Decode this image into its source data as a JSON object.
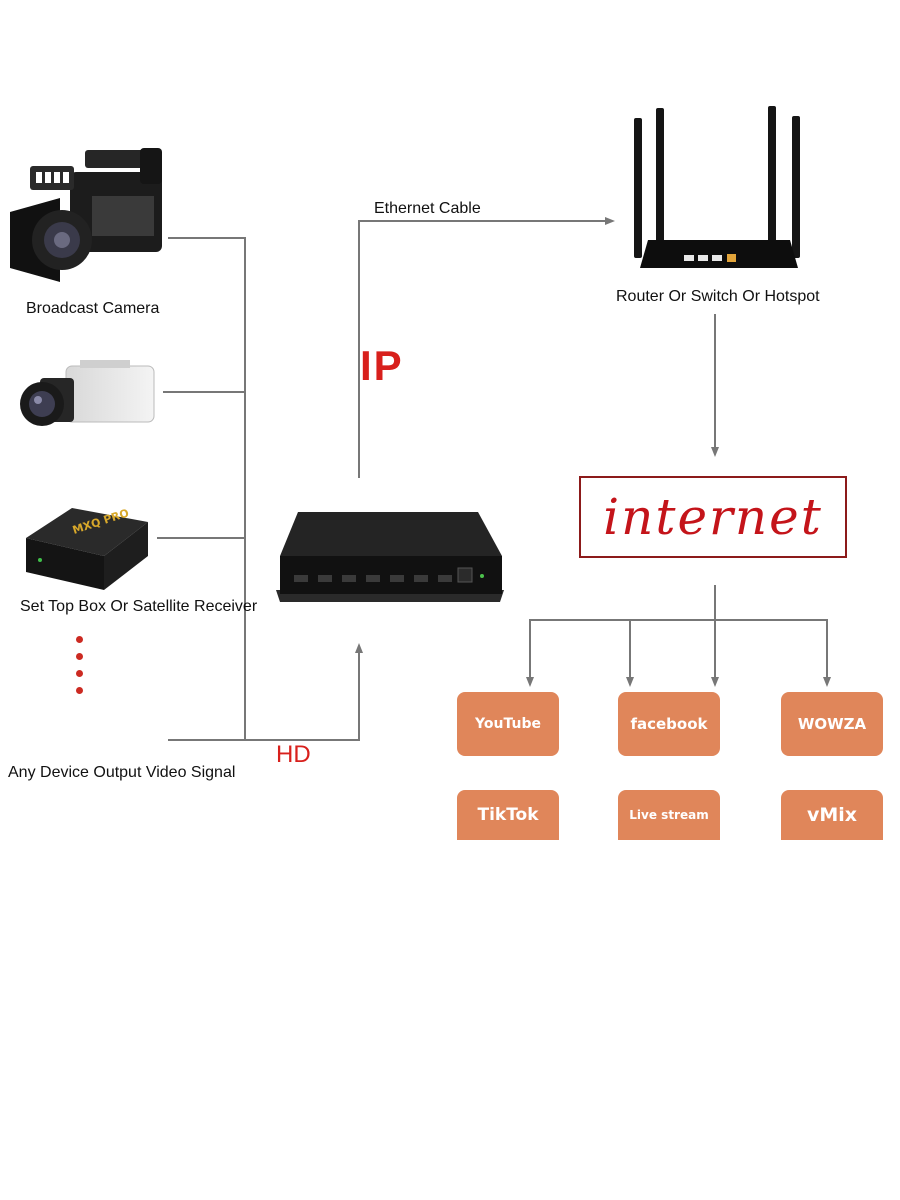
{
  "sources": {
    "camera_label": "Broadcast Camera",
    "stb_label": "Set Top Box Or Satellite Receiver",
    "any_label": "Any Device Output Video Signal"
  },
  "links": {
    "ethernet_label": "Ethernet Cable",
    "ip_label": "IP",
    "hd_label": "HD"
  },
  "router": {
    "label": "Router Or Switch Or Hotspot"
  },
  "internet": {
    "label": "internet"
  },
  "platforms": [
    {
      "label": "YouTube"
    },
    {
      "label": "facebook"
    },
    {
      "label": "WOWZA"
    },
    {
      "label": "TikTok"
    },
    {
      "label": "Live stream"
    },
    {
      "label": "vMix"
    }
  ],
  "colors": {
    "connector": "#777777",
    "accent_red": "#d8201c",
    "service_tile": "#e0865a"
  },
  "icons": [
    "camcorder-icon",
    "cctv-camera-icon",
    "set-top-box-icon",
    "encoder-device-icon",
    "router-icon"
  ]
}
